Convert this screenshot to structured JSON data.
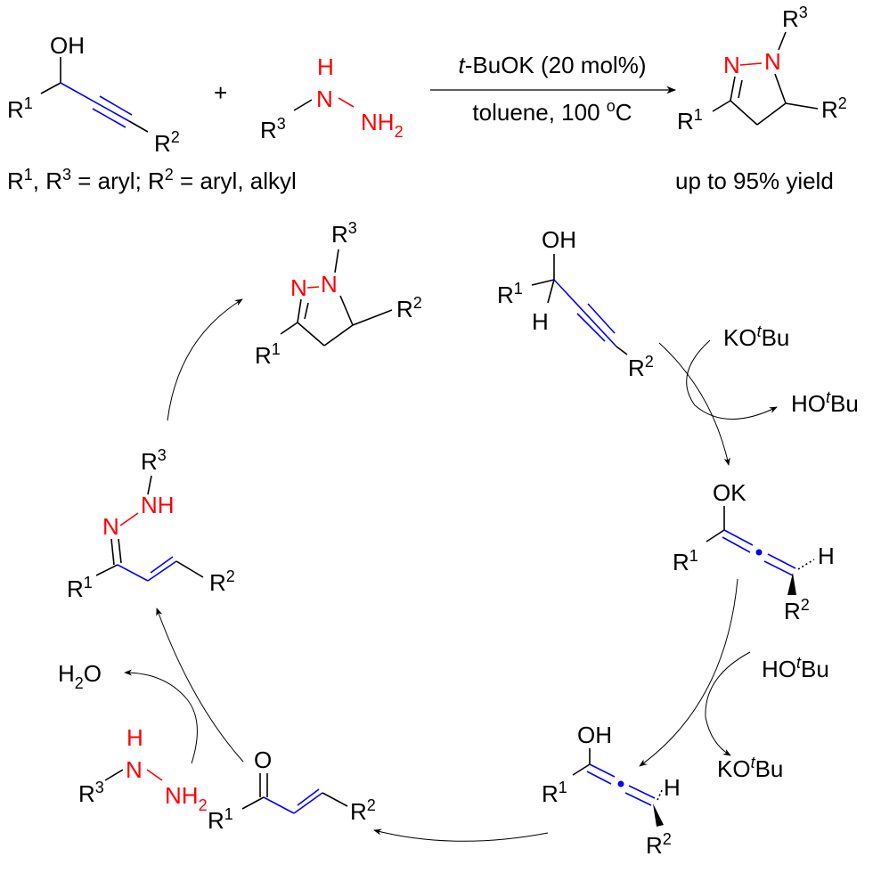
{
  "colors": {
    "highlight_bond": "#0000ff",
    "hydrazine": "#ff0000",
    "text": "#000000"
  },
  "scheme": {
    "plus": "+",
    "conditions_top": [
      {
        "t": "t",
        "i": true
      },
      {
        "t": "-BuOK (20 mol%)"
      }
    ],
    "conditions_bottom": [
      {
        "t": "toluene, 100 "
      },
      {
        "t": "o",
        "sup": true
      },
      {
        "t": "C"
      }
    ],
    "substituents": [
      {
        "t": "R"
      },
      {
        "t": "1",
        "sup": true
      },
      {
        "t": ", R"
      },
      {
        "t": "3",
        "sup": true
      },
      {
        "t": " = aryl; R"
      },
      {
        "t": "2",
        "sup": true
      },
      {
        "t": " = aryl, alkyl"
      }
    ],
    "yield": [
      {
        "t": "up to 95% yield"
      }
    ]
  },
  "labels": {
    "OH": [
      {
        "t": "OH"
      }
    ],
    "OK": [
      {
        "t": "OK"
      }
    ],
    "O": [
      {
        "t": "O"
      }
    ],
    "H": [
      {
        "t": "H"
      }
    ],
    "N": [
      {
        "t": "N"
      }
    ],
    "NH": [
      {
        "t": "NH"
      }
    ],
    "NH2": [
      {
        "t": "NH"
      },
      {
        "t": "2",
        "sub": true
      }
    ],
    "R1": [
      {
        "t": "R"
      },
      {
        "t": "1",
        "sup": true
      }
    ],
    "R2": [
      {
        "t": "R"
      },
      {
        "t": "2",
        "sup": true
      }
    ],
    "R3": [
      {
        "t": "R"
      },
      {
        "t": "3",
        "sup": true
      }
    ],
    "KOtBu": [
      {
        "t": "KO"
      },
      {
        "t": "t",
        "sup": true,
        "i": true
      },
      {
        "t": "Bu"
      }
    ],
    "HOtBu": [
      {
        "t": "HO"
      },
      {
        "t": "t",
        "sup": true,
        "i": true
      },
      {
        "t": "Bu"
      }
    ],
    "H2O": [
      {
        "t": "H"
      },
      {
        "t": "2",
        "sub": true
      },
      {
        "t": "O"
      }
    ]
  }
}
